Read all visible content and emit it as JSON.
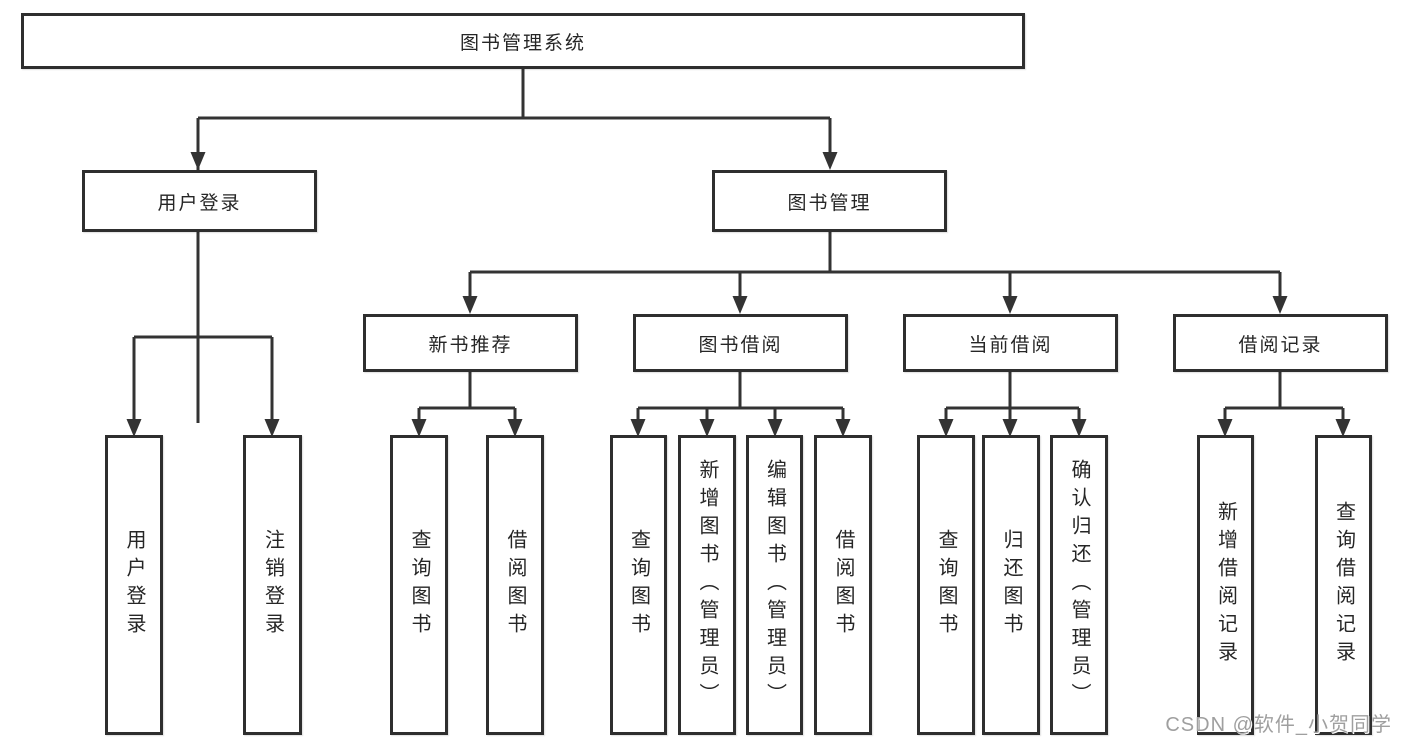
{
  "diagram": {
    "root": "图书管理系统",
    "level2": [
      "用户登录",
      "图书管理"
    ],
    "level3": [
      "新书推荐",
      "图书借阅",
      "当前借阅",
      "借阅记录"
    ],
    "leaves": {
      "user_login": [
        "用户登录",
        "注销登录"
      ],
      "new_book_recommend": [
        "查询图书",
        "借阅图书"
      ],
      "book_borrow": [
        "查询图书",
        "新增图书（管理员）",
        "编辑图书（管理员）",
        "借阅图书"
      ],
      "current_borrow": [
        "查询图书",
        "归还图书",
        "确认归还（管理员）"
      ],
      "borrow_records": [
        "新增借阅记录",
        "查询借阅记录"
      ]
    }
  },
  "watermark": "CSDN @软件_小贺同学",
  "colors": {
    "line": "#333333",
    "box_border": "#2e2e2e",
    "text": "#262626",
    "watermark": "#9f9f9f",
    "background": "#ffffff"
  }
}
